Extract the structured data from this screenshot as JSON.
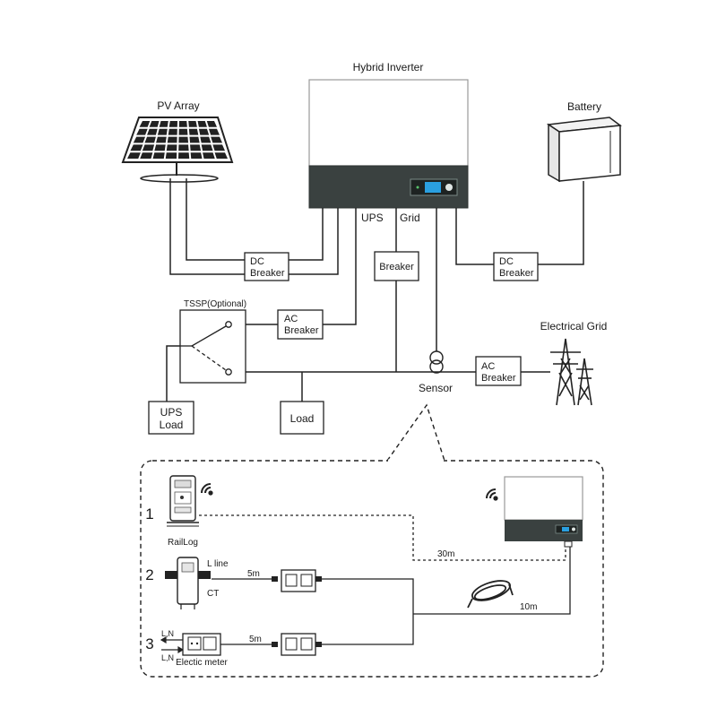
{
  "labels": {
    "inverter_title": "Hybrid Inverter",
    "pv_array": "PV Array",
    "battery": "Battery",
    "ups": "UPS",
    "grid": "Grid",
    "breaker_grid": "Breaker",
    "dc_breaker_pv_1": "DC",
    "dc_breaker_pv_2": "Breaker",
    "dc_breaker_batt_1": "DC",
    "dc_breaker_batt_2": "Breaker",
    "tssp": "TSSP(Optional)",
    "ac_breaker_ups_1": "AC",
    "ac_breaker_ups_2": "Breaker",
    "electrical_grid": "Electrical Grid",
    "ac_breaker_grid_1": "AC",
    "ac_breaker_grid_2": "Breaker",
    "sensor": "Sensor",
    "ups_load_1": "UPS",
    "ups_load_2": "Load",
    "load": "Load"
  },
  "detail": {
    "num_1": "1",
    "num_2": "2",
    "num_3": "3",
    "raillog": "RailLog",
    "l_line": "L line",
    "ct": "CT",
    "dist_5m_a": "5m",
    "dist_5m_b": "5m",
    "dist_30m": "30m",
    "dist_10m": "10m",
    "ln_top": "L,N",
    "ln_bottom": "L,N",
    "electric_meter": "Electic meter"
  }
}
